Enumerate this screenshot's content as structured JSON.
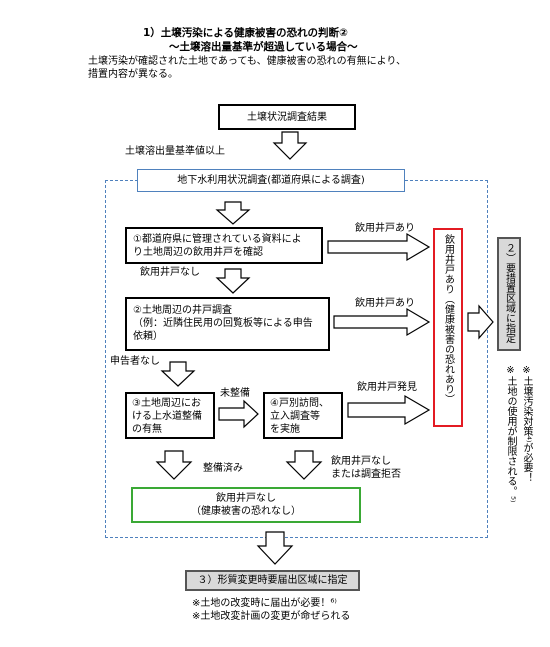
{
  "header": {
    "title_line1": "1）土壌汚染による健康被害の恐れの判断②",
    "title_line2": "～土壌溶出量基準が超過している場合～",
    "desc_line1": "土壌汚染が確認された土地であっても、健康被害の恐れの有無により、",
    "desc_line2": "措置内容が異なる。"
  },
  "flow": {
    "survey_result": "土壌状況調査結果",
    "above_standard": "土壌溶出量基準値以上",
    "groundwater_survey": "地下水利用状況調査(都道府県による調査)",
    "step1_line1": "①都道府県に管理されている資料によ",
    "step1_line2": "り土地周辺の飲用井戸を確認",
    "well_exists_1": "飲用井戸あり",
    "no_well_1": "飲用井戸なし",
    "step2_line1": "②土地周辺の井戸調査",
    "step2_line2": "（例：近隣住民用の回覧板等による申告",
    "step2_line3": "依頼）",
    "well_exists_2": "飲用井戸あり",
    "no_report": "申告者なし",
    "step3_line1": "③土地周辺にお",
    "step3_line2": "ける上水道整備",
    "step3_line3": "の有無",
    "not_installed": "未整備",
    "step4_line1": "④戸別訪問、",
    "step4_line2": "立入調査等",
    "step4_line3": "を実施",
    "well_found": "飲用井戸発見",
    "installed": "整備済み",
    "no_well_or_refused_1": "飲用井戸なし",
    "no_well_or_refused_2": "または調査拒否",
    "result_none_line1": "飲用井戸なし",
    "result_none_line2": "（健康被害の恐れなし）",
    "result_risk_vertical": "飲用井戸あり（健康被害の恐れあり）",
    "designation_vertical": "２）要措置区域に指定",
    "designation_note_col1": "※土壌汚染対策⁴⁾が必要！",
    "designation_note_col2": "※土地の使用が制限される。⁵⁾",
    "change_designation": "３）形質変更時要届出区域に指定",
    "change_note1": "※土地の改変時に届出が必要！⁶⁾",
    "change_note2": "※土地改変計画の変更が命ぜられる"
  },
  "colors": {
    "dashed_frame": "#4f81bd",
    "groundwater_box_border": "#4f81bd",
    "risk_box_border": "#e31b23",
    "no_risk_box_border": "#3aa935",
    "designation_box_fill": "#d9d9d9"
  }
}
